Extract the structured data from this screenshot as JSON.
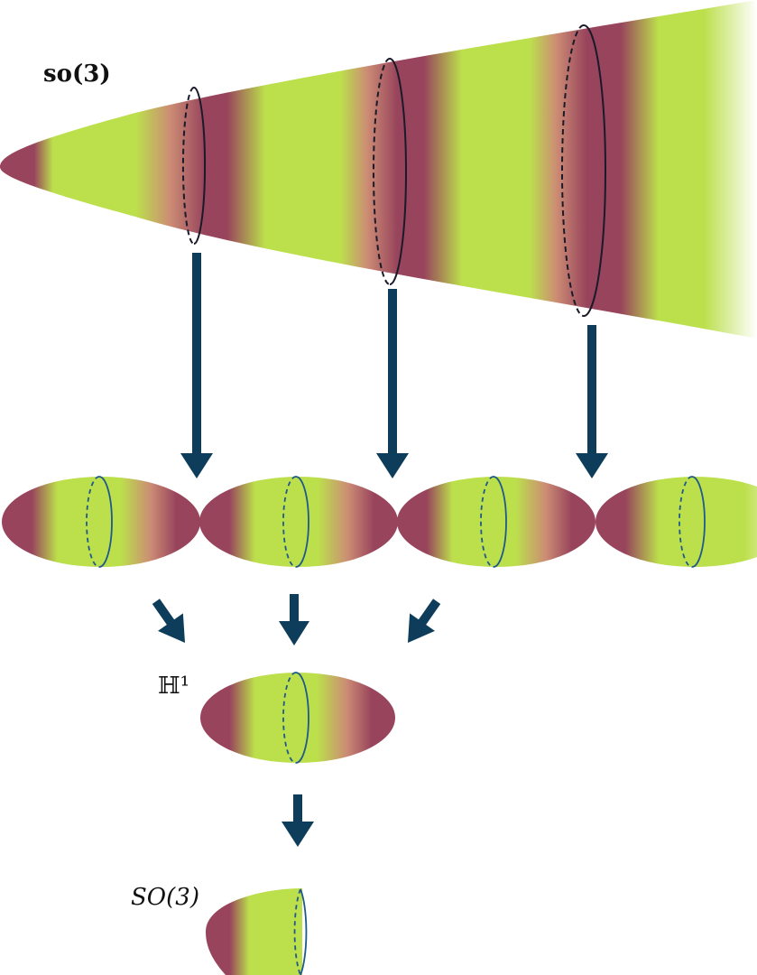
{
  "labels": {
    "lie_algebra": "so(3)",
    "quaternions": "ℍ¹",
    "rotation_group": "SO(3)"
  },
  "colors": {
    "maroon": "#98445c",
    "green": "#bcdf4c",
    "peach": "#cc8c74",
    "arrow": "#0d3d5a",
    "circle_top": "#1a1a2a",
    "circle_lower": "#1f5a8a"
  }
}
